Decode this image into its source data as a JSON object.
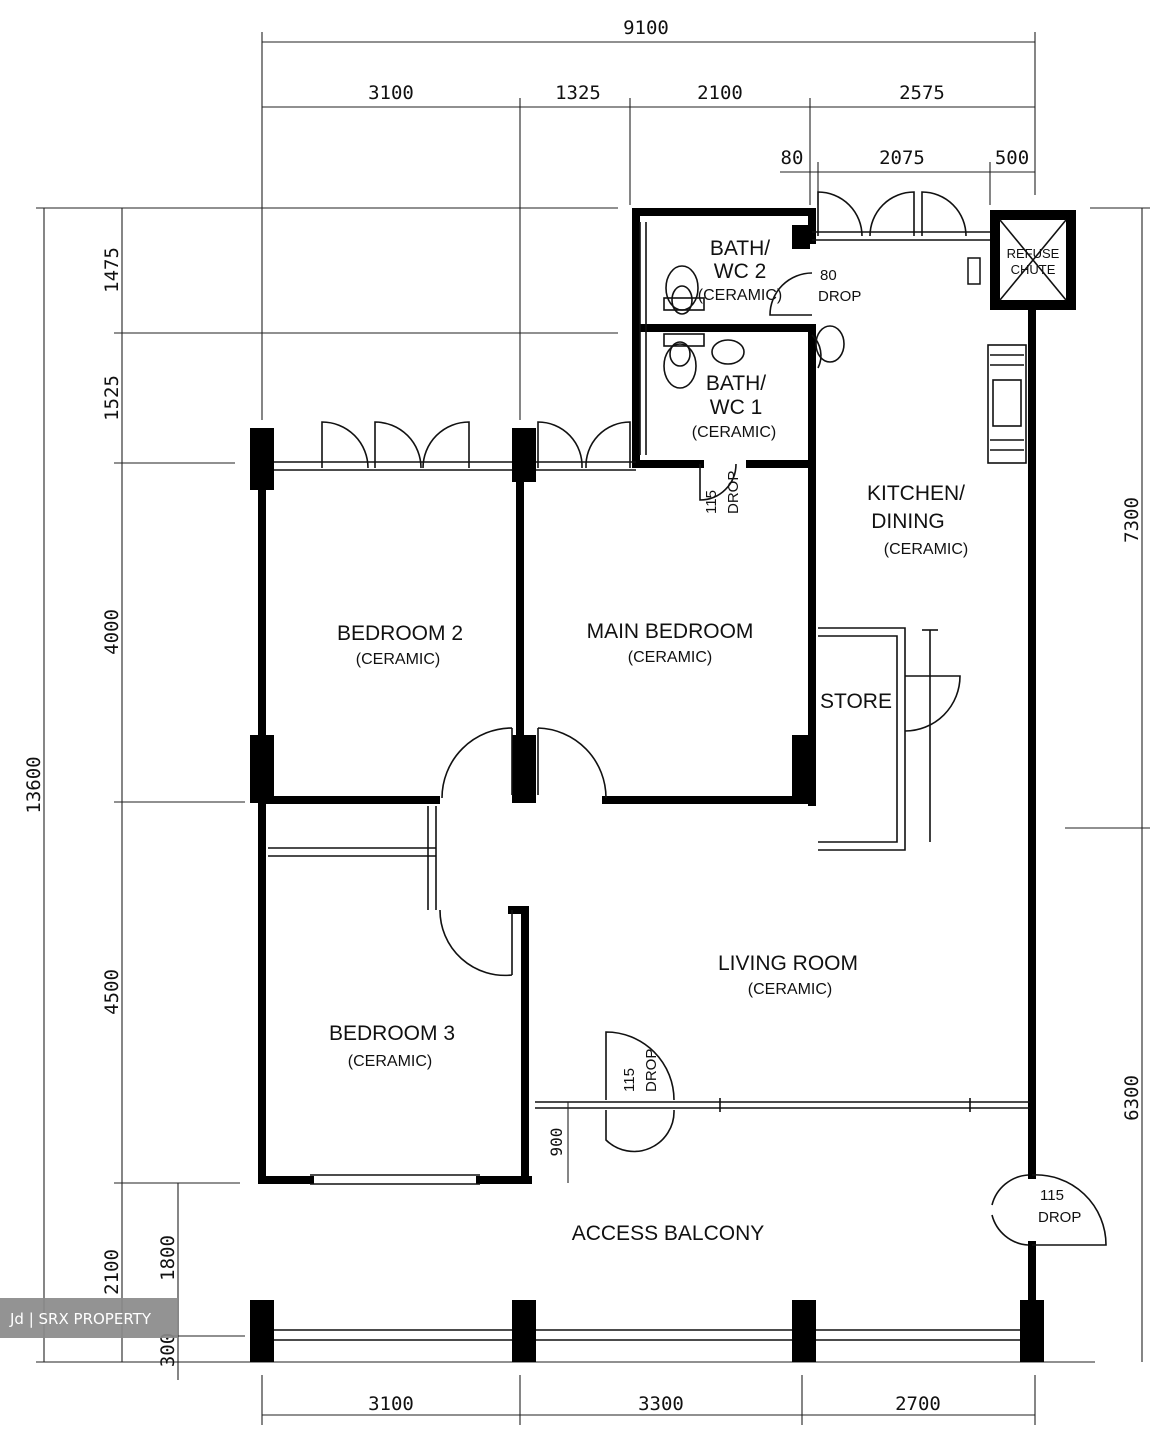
{
  "dimensions": {
    "top_overall": "9100",
    "top_segments": [
      "3100",
      "1325",
      "2100",
      "2575"
    ],
    "top_sub_segments": [
      "80",
      "2075",
      "500"
    ],
    "left_overall": "13600",
    "left_segments": [
      "1475",
      "1525",
      "4000",
      "4500",
      "2100"
    ],
    "left_sub_segments": [
      "1800",
      "300"
    ],
    "right_segments": [
      "7300",
      "6300"
    ],
    "bottom_segments": [
      "3100",
      "3300",
      "2700"
    ],
    "balcony_offset": "900"
  },
  "rooms": {
    "bath2": {
      "line1": "BATH/",
      "line2": "WC 2",
      "finish": "(CERAMIC)"
    },
    "bath1": {
      "line1": "BATH/",
      "line2": "WC 1",
      "finish": "(CERAMIC)"
    },
    "kitchen": {
      "line1": "KITCHEN/",
      "line2": "DINING",
      "finish": "(CERAMIC)"
    },
    "bedroom2": {
      "name": "BEDROOM 2",
      "finish": "(CERAMIC)"
    },
    "main_bedroom": {
      "name": "MAIN BEDROOM",
      "finish": "(CERAMIC)"
    },
    "store": {
      "name": "STORE"
    },
    "living": {
      "name": "LIVING ROOM",
      "finish": "(CERAMIC)"
    },
    "bedroom3": {
      "name": "BEDROOM 3",
      "finish": "(CERAMIC)"
    },
    "balcony": {
      "name": "ACCESS BALCONY"
    }
  },
  "fixtures": {
    "refuse_chute": {
      "line1": "REFUSE",
      "line2": "CHUTE"
    }
  },
  "notes": {
    "bath2_drop_value": "80",
    "bath2_drop_word": "DROP",
    "bath1_drop_value": "115",
    "bath1_drop_word": "DROP",
    "living_drop_value": "115",
    "living_drop_word": "DROP",
    "entrance_drop_value": "115",
    "entrance_drop_word": "DROP"
  },
  "watermark": "Jd | SRX PROPERTY"
}
